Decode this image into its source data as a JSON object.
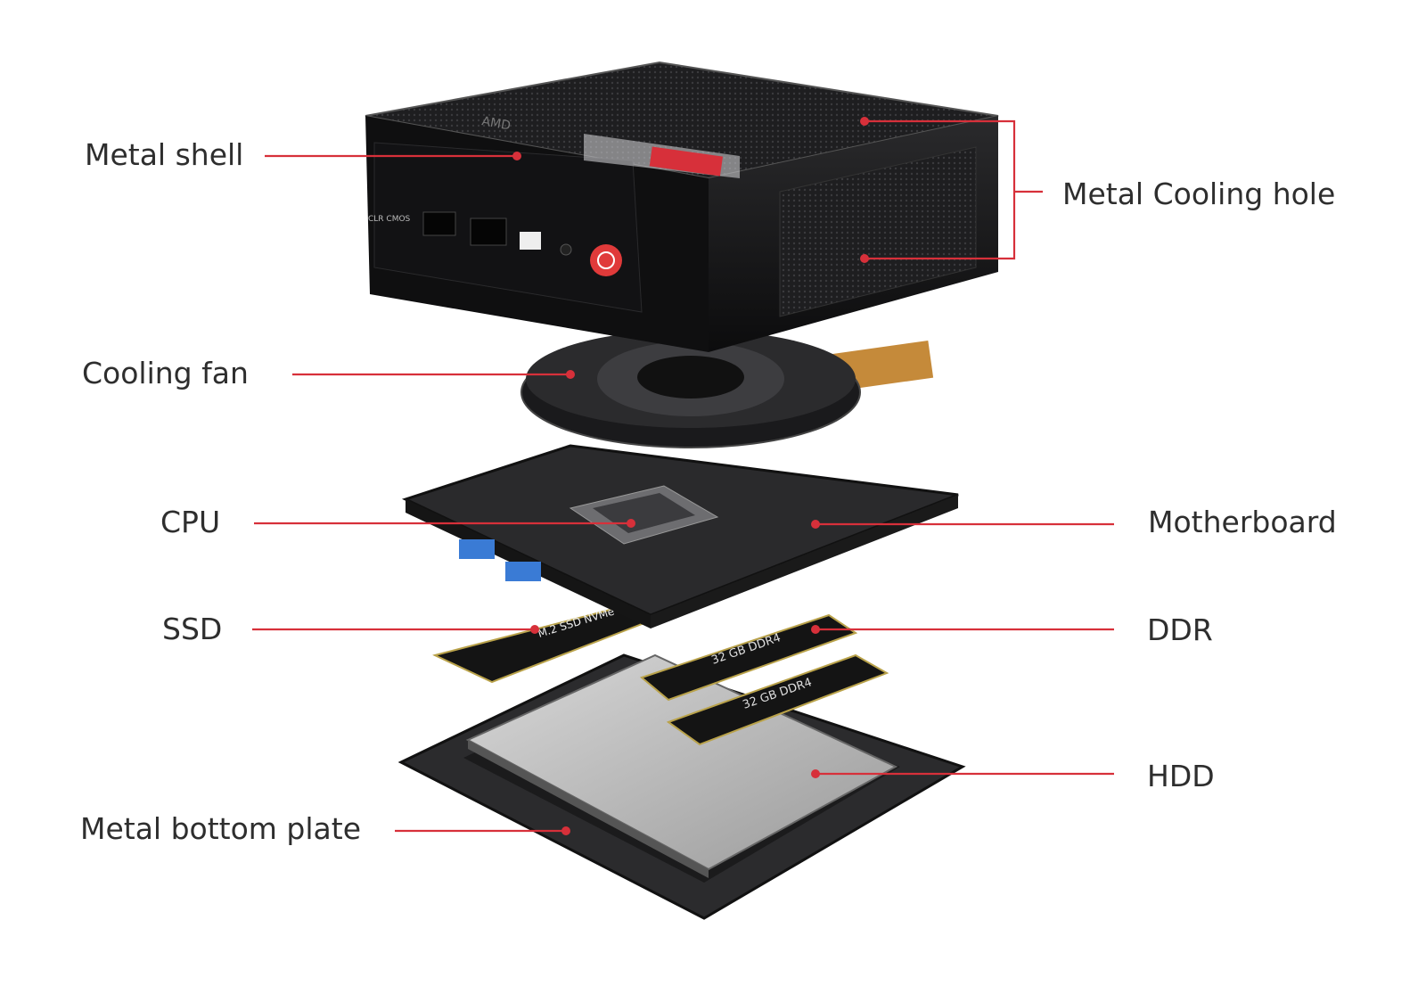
{
  "labels": {
    "metal_shell": "Metal shell",
    "metal_cooling_hole": "Metal Cooling hole",
    "cooling_fan": "Cooling fan",
    "cpu": "CPU",
    "motherboard": "Motherboard",
    "ssd": "SSD",
    "ddr": "DDR",
    "hdd": "HDD",
    "metal_bottom_plate": "Metal bottom plate"
  },
  "device_markings": {
    "front_panel": "CLR CMOS",
    "top_brand": "AMD",
    "ssd_text": "M.2 SSD NVMe",
    "ram_text": [
      "32 GB DDR4",
      "32 GB DDR4"
    ]
  },
  "colors": {
    "accent": "#d7303a",
    "text": "#2e2e2e"
  }
}
